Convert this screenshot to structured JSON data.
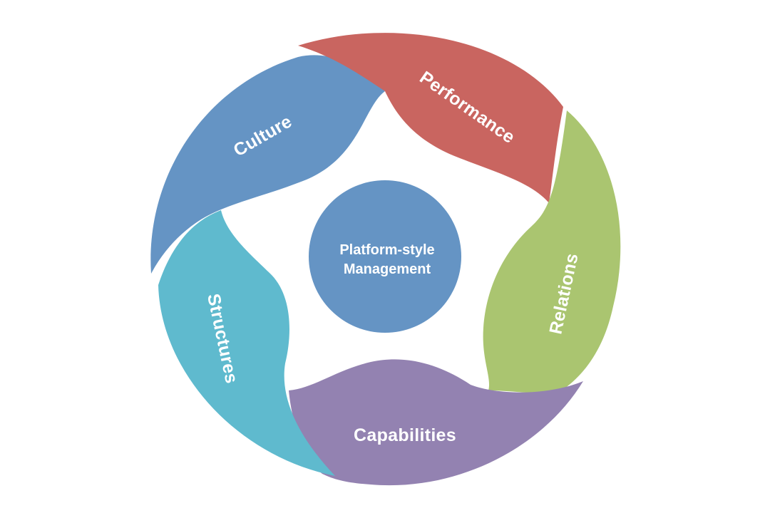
{
  "center": {
    "line1": "Platform-style",
    "line2": "Management",
    "color": "#6594C4"
  },
  "segments": [
    {
      "label": "Performance",
      "color": "#C96560"
    },
    {
      "label": "Relations",
      "color": "#AAC570"
    },
    {
      "label": "Capabilities",
      "color": "#9382B1"
    },
    {
      "label": "Structures",
      "color": "#5FBACE"
    },
    {
      "label": "Culture",
      "color": "#6594C4"
    }
  ]
}
